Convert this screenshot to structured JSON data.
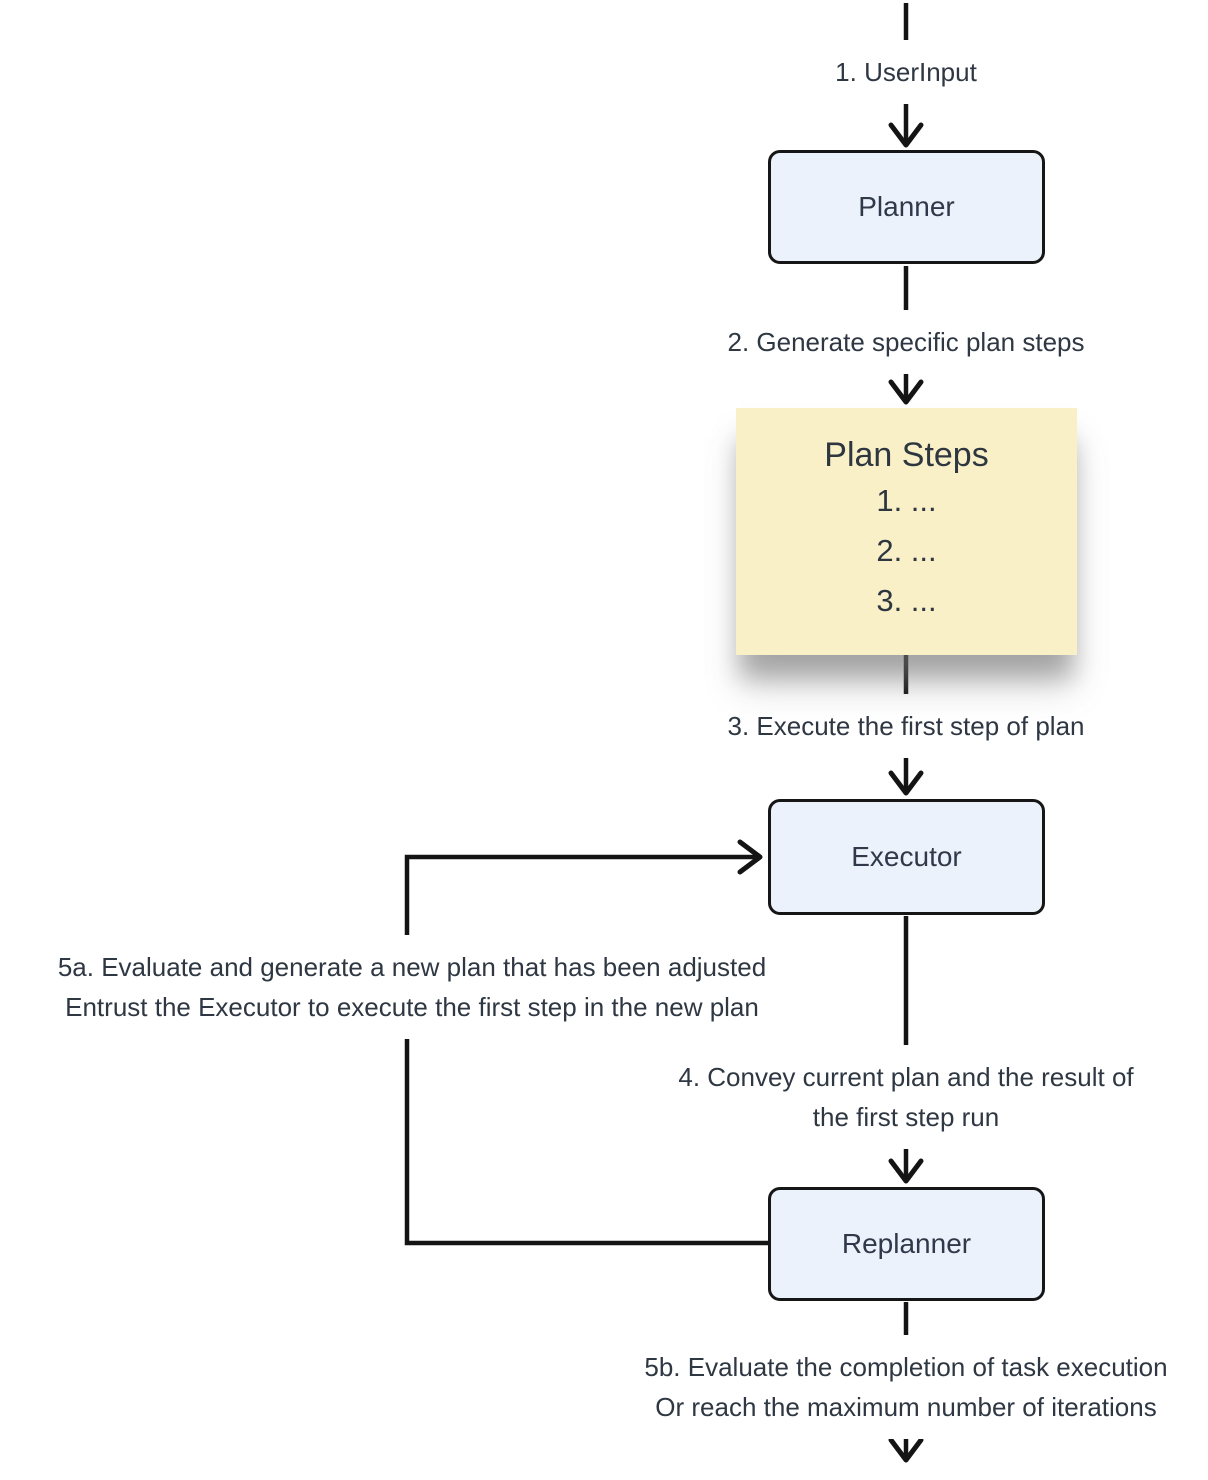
{
  "diagram": {
    "type": "flowchart",
    "background_color": "#ffffff",
    "colors": {
      "node_fill": "#ecf2fb",
      "node_border": "#161616",
      "highlight_node_fill": "#faf0c8",
      "edge_line": "#141414",
      "text": "#2e3742"
    },
    "nodes": [
      {
        "id": "planner",
        "label": "Planner"
      },
      {
        "id": "plan-steps",
        "title": "Plan Steps",
        "items": [
          "1. ...",
          "2. ...",
          "3. ..."
        ]
      },
      {
        "id": "executor",
        "label": "Executor"
      },
      {
        "id": "replanner",
        "label": "Replanner"
      }
    ],
    "edges": [
      {
        "id": "user-input-to-planner",
        "label": "1. UserInput"
      },
      {
        "id": "planner-to-plan-steps",
        "label": "2. Generate specific plan steps"
      },
      {
        "id": "plan-steps-to-executor",
        "label": "3. Execute the first step of plan"
      },
      {
        "id": "executor-to-replanner",
        "label_line1": "4. Convey current plan and the result of",
        "label_line2": "the first step run"
      },
      {
        "id": "replanner-loop-to-executor",
        "label_line1": "5a. Evaluate and generate a new plan that has been adjusted",
        "label_line2": "Entrust the Executor to execute the first step in the new plan"
      },
      {
        "id": "replanner-to-end",
        "label_line1": "5b. Evaluate the completion of task execution",
        "label_line2": "Or reach the maximum number of iterations"
      }
    ]
  }
}
